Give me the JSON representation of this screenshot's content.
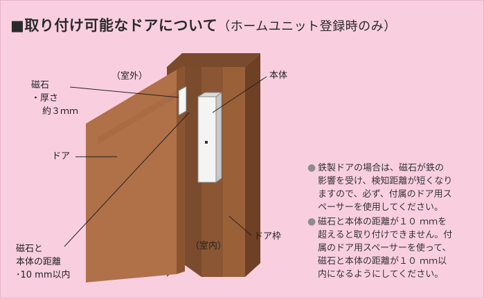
{
  "title": {
    "main": "■取り付け可能なドアについて",
    "sub": "（ホームユニット登録時のみ）"
  },
  "illustration": {
    "label_outside": "（室外）",
    "label_inside": "（室内）",
    "label_magnet_line1": "磁石",
    "label_magnet_line2": "・厚さ",
    "label_magnet_line3": "約３ｍｍ",
    "label_door": "ドア",
    "label_body": "本体",
    "label_frame": "ドア枠",
    "label_distance_line1": "磁石と",
    "label_distance_line2": "本体の距離",
    "label_distance_line3": "･10 mm以内"
  },
  "notes": [
    {
      "bullet": "●",
      "lines": [
        "鉄製ドアの場合は、磁石が鉄の",
        "影響を受け、検知距離が短くなり",
        "ますので、必ず、付属のドア用ス",
        "ペーサーを使用してください。"
      ]
    },
    {
      "bullet": "●",
      "lines": [
        "磁石と本体の距離が１０ ｍｍを",
        "超えると取り付けできません。付",
        "属のドア用スペーサーを使って、",
        "磁石と本体の距離が１０ ｍｍ以",
        "内になるようにしてください。"
      ]
    }
  ],
  "colors": {
    "background": "#f9cfe0",
    "door": "#b07048",
    "frame": "#8a5633",
    "sensor": "#f4f4f4"
  }
}
